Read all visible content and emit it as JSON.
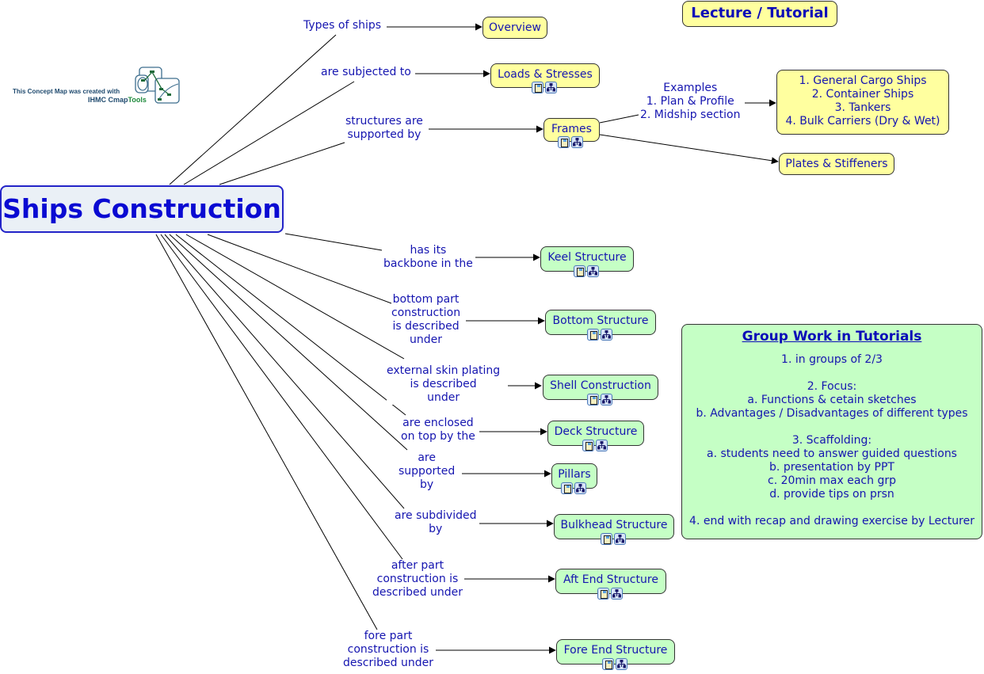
{
  "root": {
    "label": "Ships Construction"
  },
  "header": {
    "mode_label": "Lecture / Tutorial"
  },
  "logo": {
    "line1": "This Concept Map was created with",
    "brand_prefix": "IHMC Cmap",
    "brand_suffix": "Tools"
  },
  "links": [
    {
      "id": "overview",
      "phrase": [
        "Types of ships"
      ],
      "target": "Overview",
      "color": "yellow",
      "resources": false
    },
    {
      "id": "loads",
      "phrase": [
        "are subjected to"
      ],
      "target": "Loads & Stresses",
      "color": "yellow",
      "resources": true
    },
    {
      "id": "frames",
      "phrase": [
        "structures are",
        "supported by"
      ],
      "target": "Frames",
      "color": "yellow",
      "resources": true
    },
    {
      "id": "keel",
      "phrase": [
        "has its",
        "backbone in the"
      ],
      "target": "Keel Structure",
      "color": "green",
      "resources": true
    },
    {
      "id": "bottom",
      "phrase": [
        "bottom part",
        "construction",
        "is described",
        "under"
      ],
      "target": "Bottom Structure",
      "color": "green",
      "resources": true
    },
    {
      "id": "shell",
      "phrase": [
        "external skin plating",
        "is described",
        "under"
      ],
      "target": "Shell Construction",
      "color": "green",
      "resources": true
    },
    {
      "id": "deck",
      "phrase": [
        "are enclosed",
        "on top by the"
      ],
      "target": "Deck Structure",
      "color": "green",
      "resources": true
    },
    {
      "id": "pillars",
      "phrase": [
        "are",
        "supported",
        "by"
      ],
      "target": "Pillars",
      "color": "green",
      "resources": true
    },
    {
      "id": "bulkhead",
      "phrase": [
        "are subdivided",
        "by"
      ],
      "target": "Bulkhead Structure",
      "color": "green",
      "resources": true
    },
    {
      "id": "aft",
      "phrase": [
        "after part",
        "construction is",
        "described under"
      ],
      "target": "Aft End Structure",
      "color": "green",
      "resources": true
    },
    {
      "id": "fore",
      "phrase": [
        "fore part",
        "construction is",
        "described under"
      ],
      "target": "Fore End Structure",
      "color": "green",
      "resources": true
    }
  ],
  "frames_branch": {
    "examples_phrase": [
      "Examples",
      "1. Plan & Profile",
      "2. Midship section"
    ],
    "ship_types": [
      "1. General Cargo Ships",
      "2. Container Ships",
      "3. Tankers",
      "4. Bulk Carriers (Dry & Wet)"
    ],
    "plates": "Plates & Stiffeners"
  },
  "group_work": {
    "title": "Group Work in Tutorials",
    "lines": [
      "1. in groups of 2/3",
      "",
      "2. Focus:",
      "a. Functions & cetain sketches",
      "b. Advantages / Disadvantages of different types",
      "",
      "3. Scaffolding:",
      "a. students need to answer guided questions",
      "b. presentation by PPT",
      "c. 20min max each grp",
      "d. provide tips on prsn",
      "",
      "4. end with recap and drawing exercise by Lecturer"
    ]
  },
  "icons": {
    "resource_doc": "document-image-icon",
    "resource_map": "concept-map-icon"
  }
}
